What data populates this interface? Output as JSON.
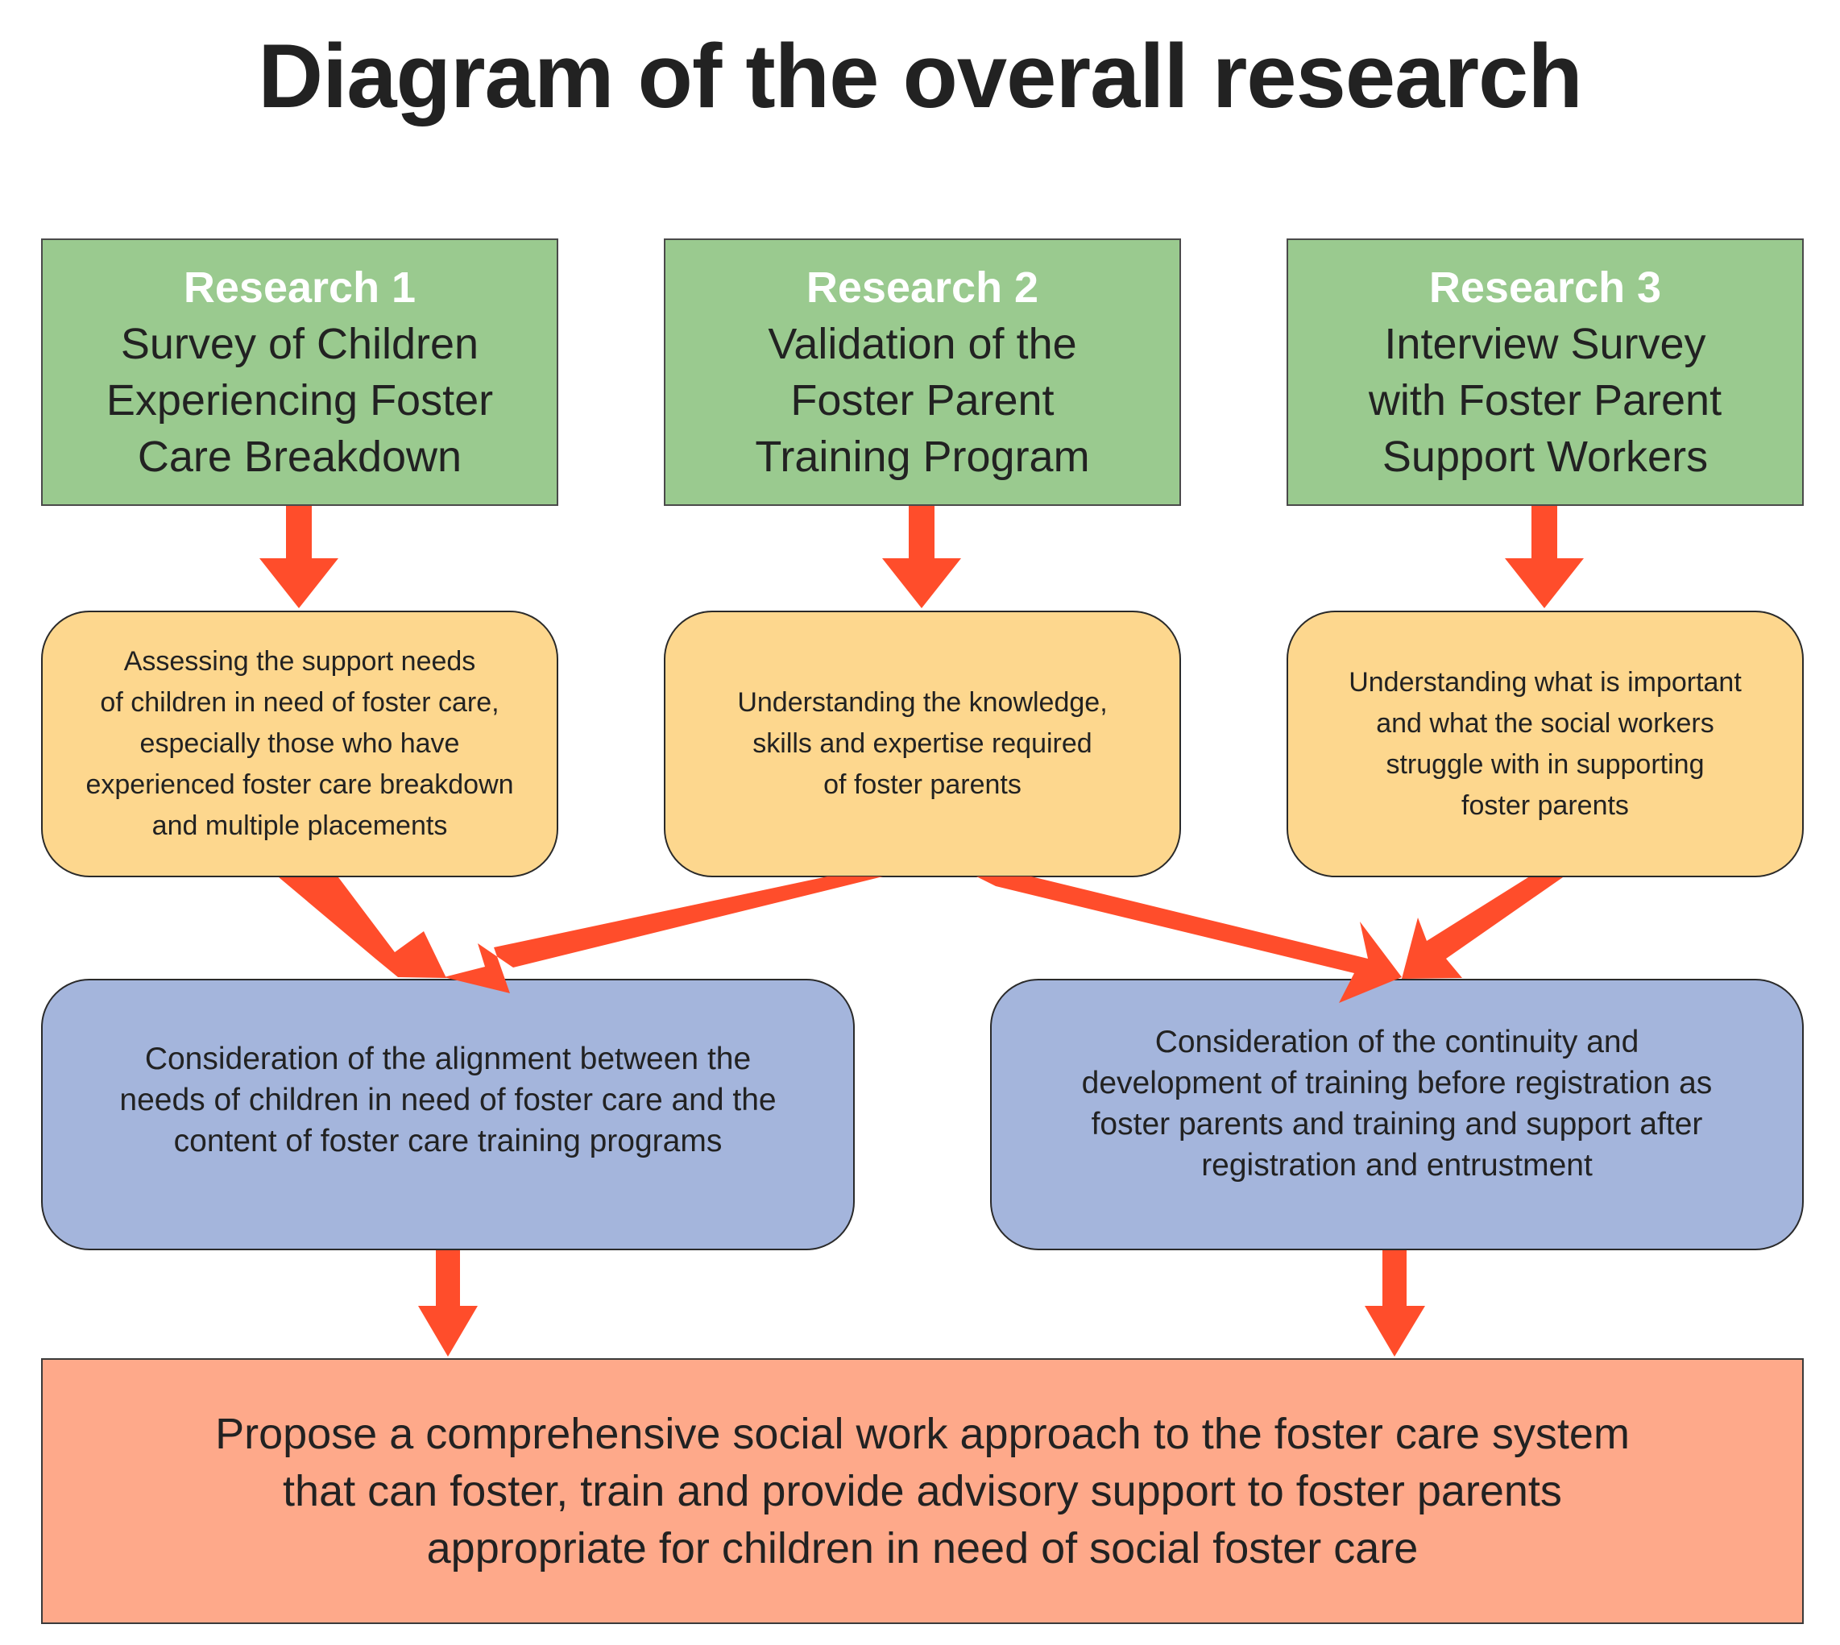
{
  "title": "Diagram of the overall research",
  "colors": {
    "research_box": "#9ACA8F",
    "objective_box": "#FDD78E",
    "consideration_box": "#A4B5DC",
    "conclusion_box": "#FEA98A",
    "arrow": "#FF4D2B"
  },
  "research": [
    {
      "heading": "Research 1",
      "body": "Survey of Children\nExperiencing Foster\nCare Breakdown"
    },
    {
      "heading": "Research 2",
      "body": "Validation of the\nFoster Parent\nTraining Program"
    },
    {
      "heading": "Research 3",
      "body": "Interview Survey\nwith Foster Parent\nSupport Workers"
    }
  ],
  "objectives": [
    {
      "text": "Assessing the support needs\nof children in need of foster care,\nespecially those who have\nexperienced foster care breakdown\nand multiple placements"
    },
    {
      "text": "Understanding the knowledge,\nskills and expertise required\nof foster parents"
    },
    {
      "text": "Understanding what is important\nand what the social workers\nstruggle with in supporting\nfoster parents"
    }
  ],
  "considerations": [
    {
      "text": "Consideration of the alignment between the\nneeds of children in need of foster care and the\ncontent of foster care training programs"
    },
    {
      "text": "Consideration of the continuity and\ndevelopment of training before registration as\nfoster parents and training and support after\nregistration and entrustment"
    }
  ],
  "conclusion": {
    "text": "Propose a comprehensive social work approach to the foster care system\nthat can foster, train and provide advisory support to foster parents\nappropriate for children in need of social foster care"
  },
  "flows": [
    {
      "from": "research-1",
      "to": "objective-1"
    },
    {
      "from": "research-2",
      "to": "objective-2"
    },
    {
      "from": "research-3",
      "to": "objective-3"
    },
    {
      "from": "objective-1",
      "to": "consideration-1"
    },
    {
      "from": "objective-2",
      "to": "consideration-1"
    },
    {
      "from": "objective-2",
      "to": "consideration-2"
    },
    {
      "from": "objective-3",
      "to": "consideration-2"
    },
    {
      "from": "consideration-1",
      "to": "conclusion"
    },
    {
      "from": "consideration-2",
      "to": "conclusion"
    }
  ]
}
